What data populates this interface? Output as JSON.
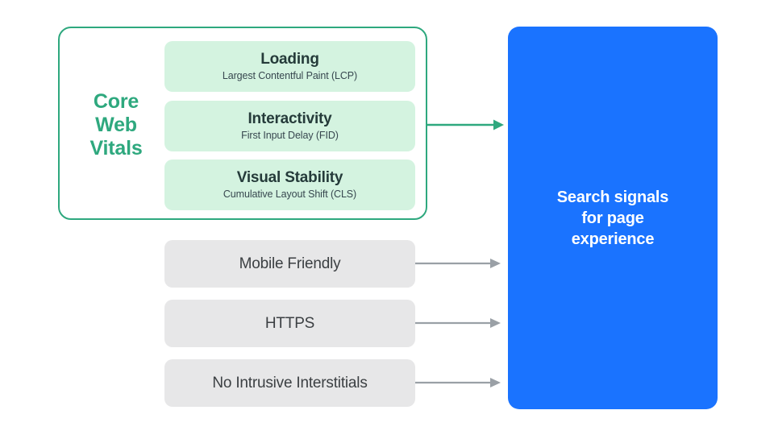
{
  "diagram": {
    "title": "Search signals for page experience",
    "colors": {
      "green_accent": "#2ea87e",
      "green_card_bg": "#d4f3e0",
      "gray_card_bg": "#e7e7e8",
      "blue_box_bg": "#1a73ff",
      "gray_arrow": "#9aa0a6",
      "text_dark": "#253b3a",
      "text_gray": "#3c4043",
      "text_white": "#ffffff"
    }
  },
  "core_web_vitals": {
    "group_label": "Core\nWeb\nVitals",
    "group_label_lines": [
      "Core",
      "Web",
      "Vitals"
    ],
    "metrics": [
      {
        "title": "Loading",
        "subtitle": "Largest Contentful Paint (LCP)"
      },
      {
        "title": "Interactivity",
        "subtitle": "First Input Delay (FID)"
      },
      {
        "title": "Visual Stability",
        "subtitle": "Cumulative Layout Shift (CLS)"
      }
    ]
  },
  "other_signals": [
    {
      "label": "Mobile Friendly"
    },
    {
      "label": "HTTPS"
    },
    {
      "label": "No Intrusive Interstitials"
    }
  ],
  "destination": {
    "text": "Search signals\nfor page\nexperience"
  },
  "arrows": {
    "core_web_vitals_arrow": "green-arrow-right",
    "mobile_friendly_arrow": "gray-arrow-right",
    "https_arrow": "gray-arrow-right",
    "interstitials_arrow": "gray-arrow-right"
  }
}
